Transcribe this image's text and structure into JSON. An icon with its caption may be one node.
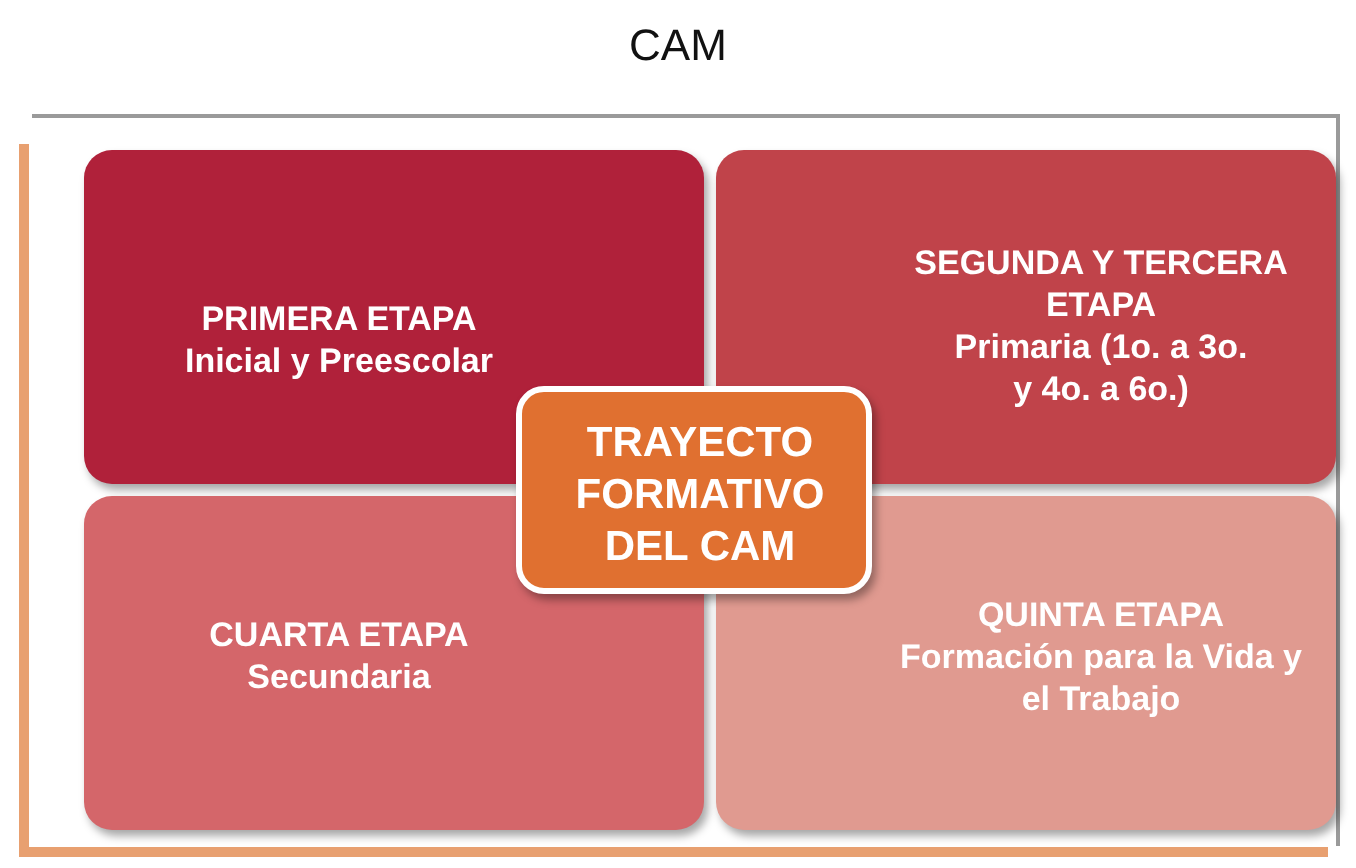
{
  "diagram": {
    "title": "CAM",
    "nodes": [
      {
        "text": [
          "PRIMERA ETAPA",
          "Inicial y Preescolar"
        ]
      },
      {
        "text": [
          "SEGUNDA Y TERCERA ETAPA",
          "Primaria (1o. a 3o. y 4o. a 6o.)"
        ]
      },
      {
        "text": [
          "CUARTA ETAPA",
          "Secundaria"
        ]
      },
      {
        "text": [
          "QUINTA ETAPA",
          "Formación para la Vida y el Trabajo"
        ]
      },
      {
        "text": [
          "TRAYECTO FORMATIVO DEL CAM"
        ]
      }
    ],
    "edges": []
  }
}
